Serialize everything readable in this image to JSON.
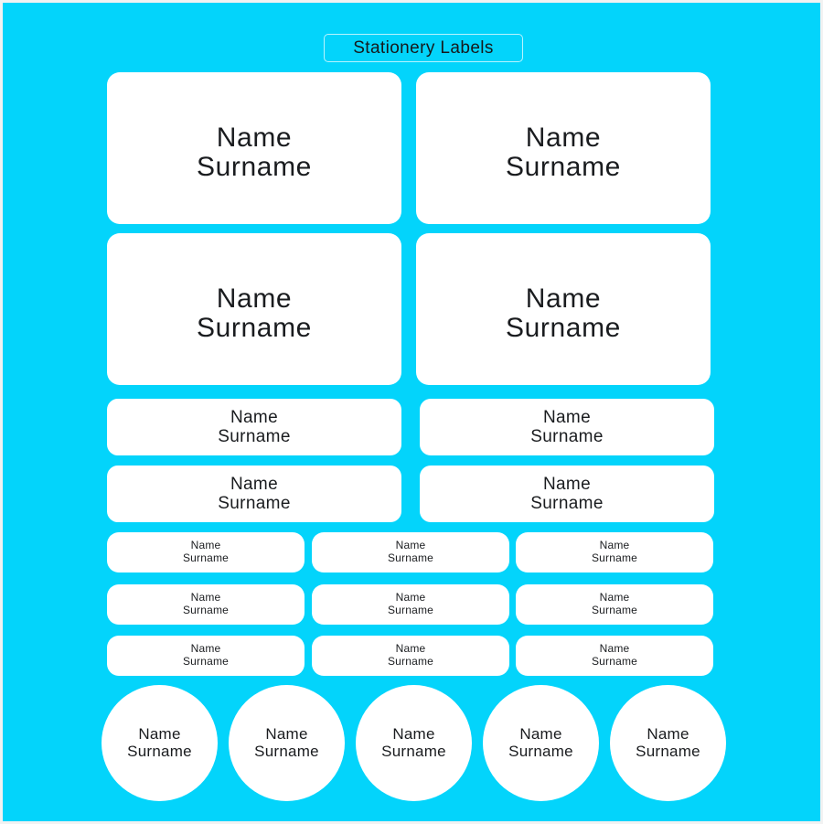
{
  "page": {
    "title": "Stationery Labels",
    "background_color": "#03D4FB",
    "label_color": "#ffffff",
    "text_color": "#1a1c1f",
    "border_color": "#f2f2f2"
  },
  "sheet": {
    "name_line": "Name",
    "surname_line": "Surname",
    "groups": [
      {
        "id": "large-rectangles",
        "shape": "rounded-rectangle",
        "columns": 2,
        "rows": 2,
        "count": 4,
        "labels": [
          {
            "line1": "Name",
            "line2": "Surname"
          },
          {
            "line1": "Name",
            "line2": "Surname"
          },
          {
            "line1": "Name",
            "line2": "Surname"
          },
          {
            "line1": "Name",
            "line2": "Surname"
          }
        ]
      },
      {
        "id": "medium-rectangles",
        "shape": "rounded-rectangle",
        "columns": 2,
        "rows": 2,
        "count": 4,
        "labels": [
          {
            "line1": "Name",
            "line2": "Surname"
          },
          {
            "line1": "Name",
            "line2": "Surname"
          },
          {
            "line1": "Name",
            "line2": "Surname"
          },
          {
            "line1": "Name",
            "line2": "Surname"
          }
        ]
      },
      {
        "id": "small-rectangles",
        "shape": "rounded-rectangle",
        "columns": 3,
        "rows": 3,
        "count": 9,
        "labels": [
          {
            "line1": "Name",
            "line2": "Surname"
          },
          {
            "line1": "Name",
            "line2": "Surname"
          },
          {
            "line1": "Name",
            "line2": "Surname"
          },
          {
            "line1": "Name",
            "line2": "Surname"
          },
          {
            "line1": "Name",
            "line2": "Surname"
          },
          {
            "line1": "Name",
            "line2": "Surname"
          },
          {
            "line1": "Name",
            "line2": "Surname"
          },
          {
            "line1": "Name",
            "line2": "Surname"
          },
          {
            "line1": "Name",
            "line2": "Surname"
          }
        ]
      },
      {
        "id": "circles",
        "shape": "circle",
        "columns": 5,
        "rows": 1,
        "count": 5,
        "labels": [
          {
            "line1": "Name",
            "line2": "Surname"
          },
          {
            "line1": "Name",
            "line2": "Surname"
          },
          {
            "line1": "Name",
            "line2": "Surname"
          },
          {
            "line1": "Name",
            "line2": "Surname"
          },
          {
            "line1": "Name",
            "line2": "Surname"
          }
        ]
      }
    ]
  }
}
